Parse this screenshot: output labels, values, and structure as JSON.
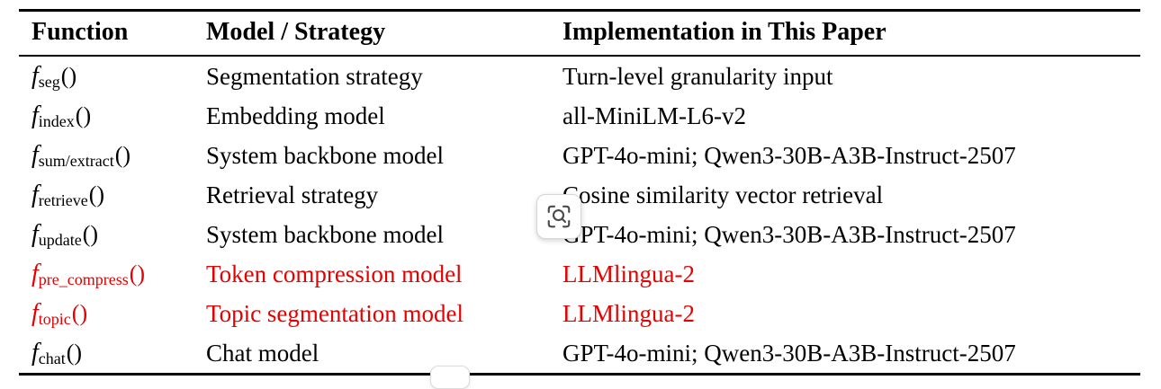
{
  "colors": {
    "highlight": "#e60000",
    "text": "#000000"
  },
  "table": {
    "headers": [
      "Function",
      "Model / Strategy",
      "Implementation in This Paper"
    ],
    "rows": [
      {
        "f": "f",
        "sub": "seg",
        "parens": "()",
        "model": "Segmentation strategy",
        "impl": "Turn-level granularity input",
        "highlight": false
      },
      {
        "f": "f",
        "sub": "index",
        "parens": "()",
        "model": "Embedding model",
        "impl": "all-MiniLM-L6-v2",
        "highlight": false
      },
      {
        "f": "f",
        "sub": "sum/extract",
        "parens": "()",
        "model": "System backbone model",
        "impl": "GPT-4o-mini; Qwen3-30B-A3B-Instruct-2507",
        "highlight": false
      },
      {
        "f": "f",
        "sub": "retrieve",
        "parens": "()",
        "model": "Retrieval strategy",
        "impl": "Cosine similarity vector retrieval",
        "highlight": false
      },
      {
        "f": "f",
        "sub": "update",
        "parens": "()",
        "model": "System backbone model",
        "impl": "GPT-4o-mini; Qwen3-30B-A3B-Instruct-2507",
        "highlight": false
      },
      {
        "f": "f",
        "sub": "pre_compress",
        "parens": "()",
        "model": "Token compression model",
        "impl": "LLMlingua-2",
        "highlight": true
      },
      {
        "f": "f",
        "sub": "topic",
        "parens": "()",
        "model": "Topic segmentation model",
        "impl": "LLMlingua-2",
        "highlight": true
      },
      {
        "f": "f",
        "sub": "chat",
        "parens": "()",
        "model": "Chat model",
        "impl": "GPT-4o-mini; Qwen3-30B-A3B-Instruct-2507",
        "highlight": false
      }
    ]
  },
  "overlay": {
    "search_button": "screenshot-search"
  }
}
